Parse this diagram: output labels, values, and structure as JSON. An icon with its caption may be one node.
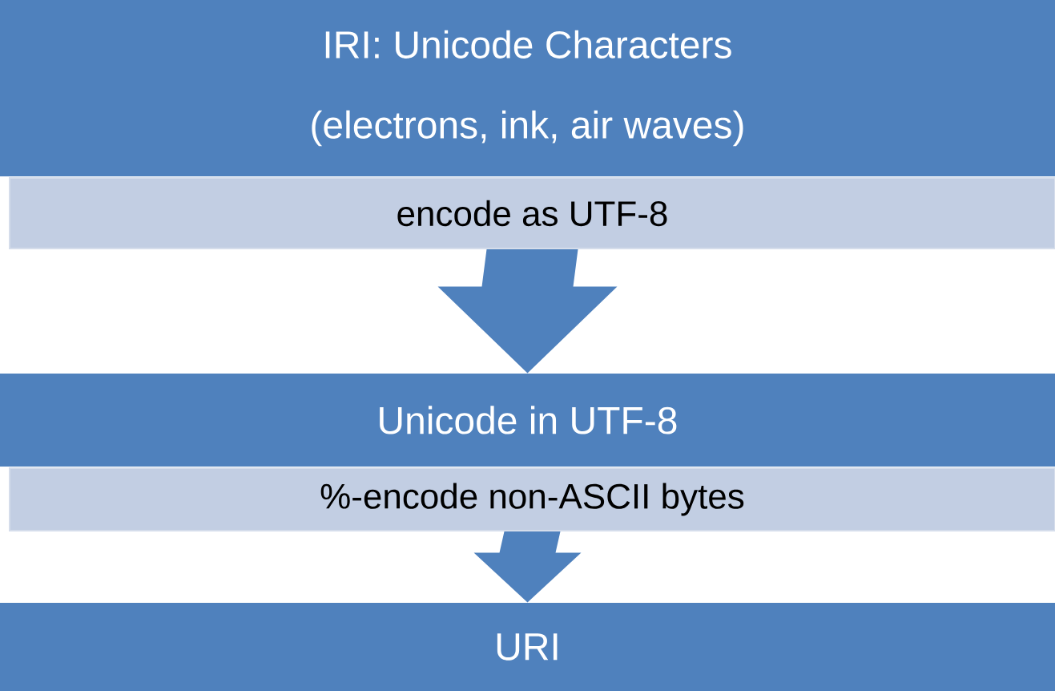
{
  "diagram": {
    "nodes": [
      {
        "text": [
          "IRI: Unicode Characters",
          "(electrons, ink, air waves)"
        ]
      },
      {
        "text": [
          "encode as UTF-8"
        ]
      },
      {
        "text": [
          "Unicode in UTF-8"
        ]
      },
      {
        "text": [
          "%-encode non-ASCII bytes"
        ]
      },
      {
        "text": [
          "URI"
        ]
      }
    ],
    "edges": [
      {
        "from": 1,
        "to": 2,
        "arrow": "to"
      },
      {
        "from": 3,
        "to": 4,
        "arrow": "to"
      }
    ]
  }
}
